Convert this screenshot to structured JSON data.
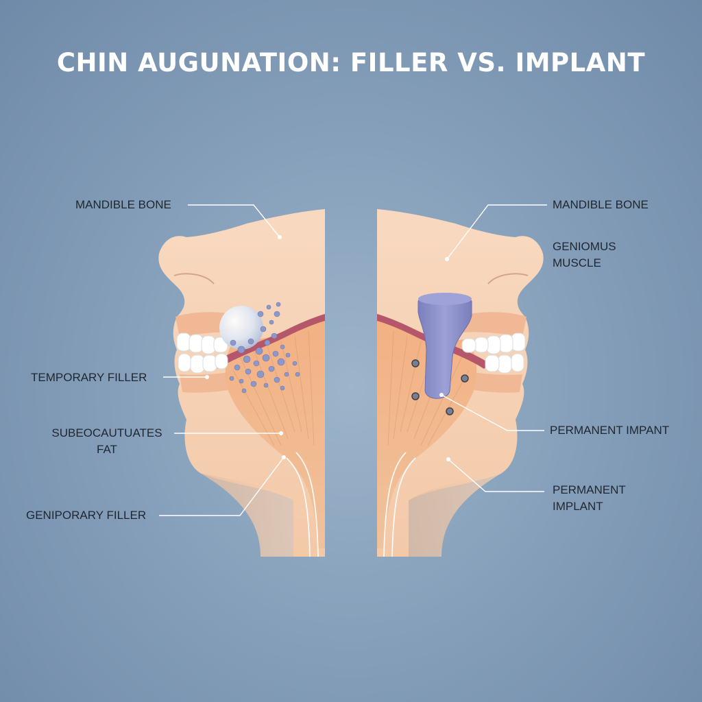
{
  "title": "CHIN AUGUNATION: FILLER VS. IMPLANT",
  "left_panel": {
    "labels": {
      "mandible_bone": "MANDIBLE BONE",
      "temporary_filler": "TEMPORARY FILLER",
      "subcutaneous_fat_line1": "SUBEOCAUTUATES",
      "subcutaneous_fat_line2": "FAT",
      "geniporary_filler": "GENIPORARY FILLER"
    }
  },
  "right_panel": {
    "labels": {
      "mandible_bone": "MANDIBLE BONE",
      "genio_muscle_line1": "GENIOMUS",
      "genio_muscle_line2": "MUSCLE",
      "permanent_impant": "PERMANENT IMPANT",
      "permanent_implant_line1": "PERMANENT",
      "permanent_implant_line2": "IMPLANT"
    }
  },
  "colors": {
    "background": "#86a0bb",
    "skin": "#f7d4b8",
    "muscle": "#f2b48a",
    "gum": "#b5566a",
    "teeth": "#ffffff",
    "filler": "#8d98c9",
    "implant": "#8b8fc9",
    "text": "#1f2630"
  }
}
